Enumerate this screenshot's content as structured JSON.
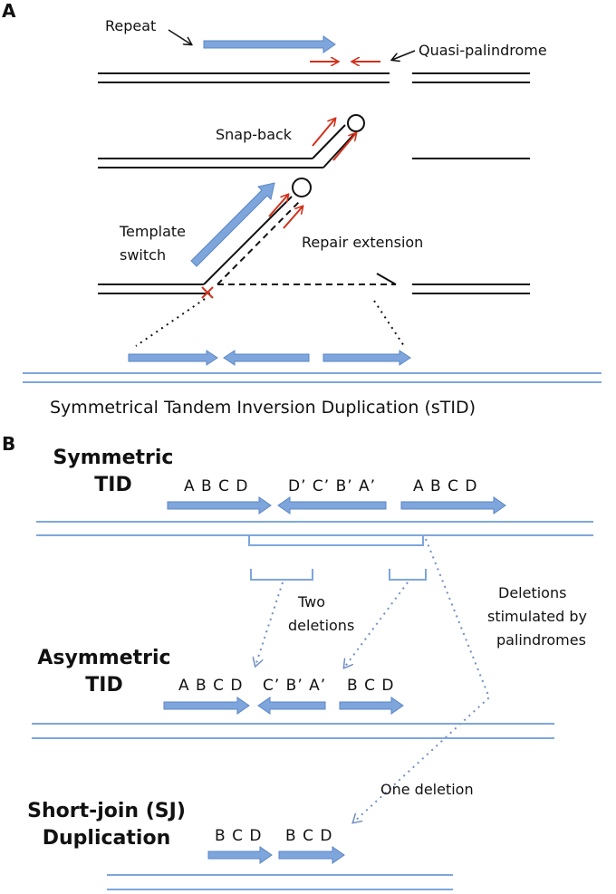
{
  "panel_a": {
    "letter": "A",
    "repeat": "Repeat",
    "quasi_palindrome": "Quasi-palindrome",
    "snap_back": "Snap-back",
    "template_switch_line1": "Template",
    "template_switch_line2": "switch",
    "repair_extension": "Repair extension",
    "caption": "Symmetrical Tandem Inversion Duplication (sTID)"
  },
  "panel_b": {
    "letter": "B",
    "symmetric": {
      "line1": "Symmetric",
      "line2": "TID",
      "seq1": "A B C D",
      "seq2": "D’ C’ B’ A’",
      "seq3": "A B C D"
    },
    "asymmetric": {
      "line1": "Asymmetric",
      "line2": "TID",
      "seq1": "A B C D",
      "seq2": "C’ B’ A’",
      "seq3": "B C D"
    },
    "short_join": {
      "line1": "Short-join (SJ)",
      "line2": "Duplication",
      "seq1": "B C D",
      "seq2": "B C D"
    },
    "two_deletions_line1": "Two",
    "two_deletions_line2": "deletions",
    "deletions_palindromes_line1": "Deletions",
    "deletions_palindromes_line2": "stimulated by",
    "deletions_palindromes_line3": "palindromes",
    "one_deletion": "One deletion"
  },
  "colors": {
    "blue": "#7ea6dc",
    "blue_dark": "#5b86c4",
    "red": "#d2311c",
    "line": "#7ea6dc",
    "black": "#111111"
  }
}
